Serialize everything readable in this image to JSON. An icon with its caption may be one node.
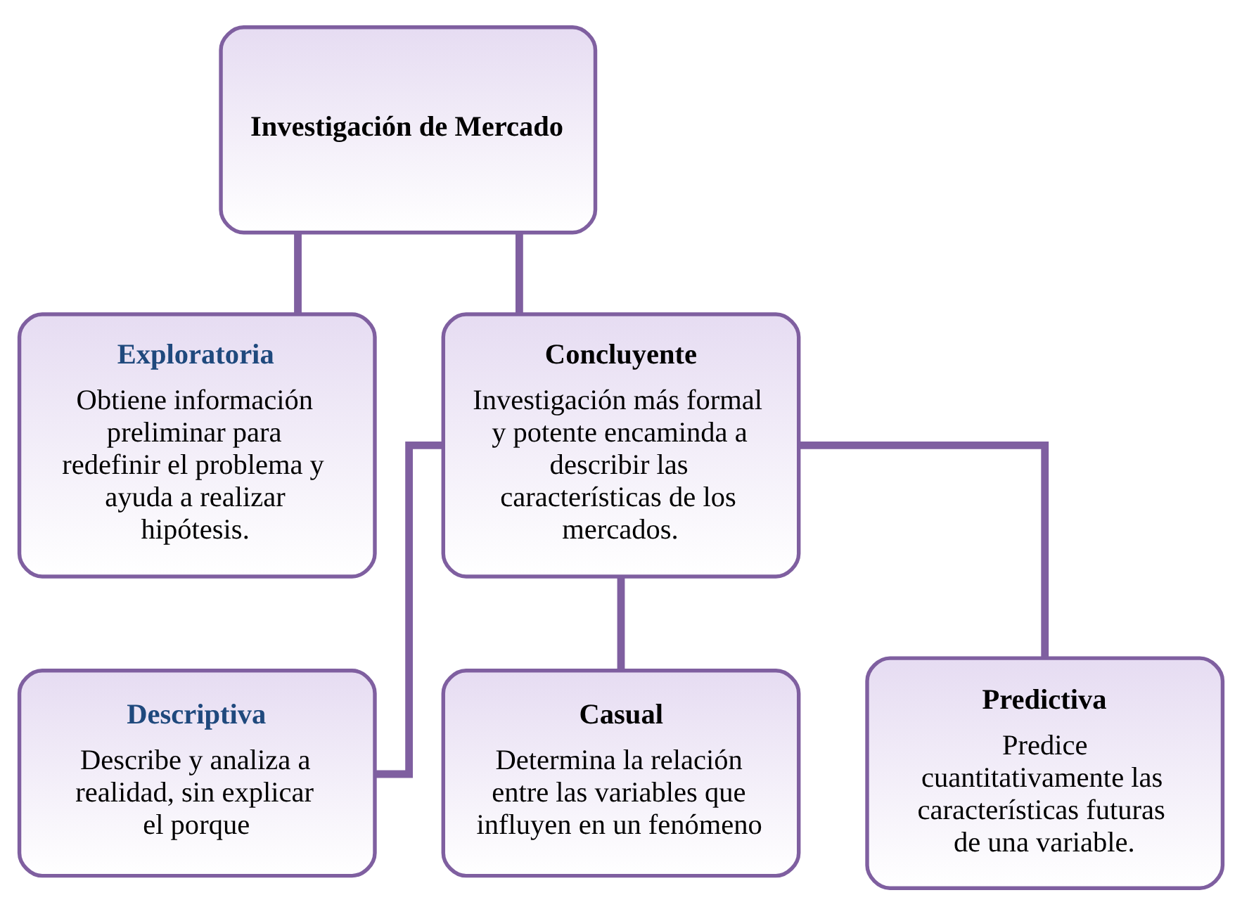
{
  "diagram": {
    "nodes": [
      {
        "text": [
          "Investigación de Mercado"
        ]
      },
      {
        "text": [
          "Exploratoria",
          "Obtiene información preliminar para redefinir el problema y ayuda a realizar hipótesis."
        ]
      },
      {
        "text": [
          "Concluyente",
          "Investigación más formal y potente encaminda a describir las características de los mercados."
        ]
      },
      {
        "text": [
          "Descriptiva",
          "Describe y analiza a realidad, sin explicar el porque"
        ]
      },
      {
        "text": [
          "Casual",
          "Determina la relación entre las variables que influyen en un fenómeno"
        ]
      },
      {
        "text": [
          "Predictiva",
          "Predice cuantitativamente las características futuras de una variable."
        ]
      }
    ],
    "edges": [
      {
        "from": 0,
        "to": 1,
        "arrow": "none"
      },
      {
        "from": 0,
        "to": 2,
        "arrow": "none"
      },
      {
        "from": 2,
        "to": 3,
        "arrow": "none"
      },
      {
        "from": 2,
        "to": 4,
        "arrow": "none"
      },
      {
        "from": 2,
        "to": 5,
        "arrow": "none"
      }
    ]
  }
}
